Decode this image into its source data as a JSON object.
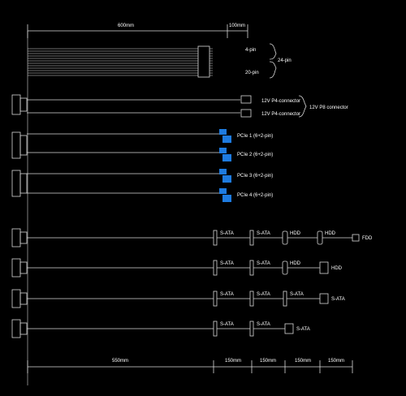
{
  "colors": {
    "background": "#000000",
    "line": "#d8d8d8",
    "pcie_blue": "#1e7be0",
    "text": "#ffffff"
  },
  "dimensions": {
    "top_main": "600mm",
    "top_ext": "100mm",
    "bottom_main": "550mm",
    "bottom_segments": [
      "150mm",
      "150mm",
      "150mm",
      "150mm"
    ]
  },
  "atx": {
    "pin4": "4-pin",
    "pin20": "20-pin",
    "pin24": "24-pin"
  },
  "cpu": {
    "p4_a": "12V P4-connector",
    "p4_b": "12V P4-connector",
    "p8": "12V P8 connector"
  },
  "pcie": [
    "PCIe 1 (6+2-pin)",
    "PCIe 2 (6+2-pin)",
    "PCIe 3 (6+2-pin)",
    "PCIe 4 (6+2-pin)"
  ],
  "peripheral_rows": [
    [
      "S-ATA",
      "S-ATA",
      "HDD",
      "HDD",
      "FDD"
    ],
    [
      "S-ATA",
      "S-ATA",
      "HDD",
      "HDD"
    ],
    [
      "S-ATA",
      "S-ATA",
      "S-ATA",
      "S-ATA"
    ],
    [
      "S-ATA",
      "S-ATA",
      "S-ATA"
    ]
  ]
}
